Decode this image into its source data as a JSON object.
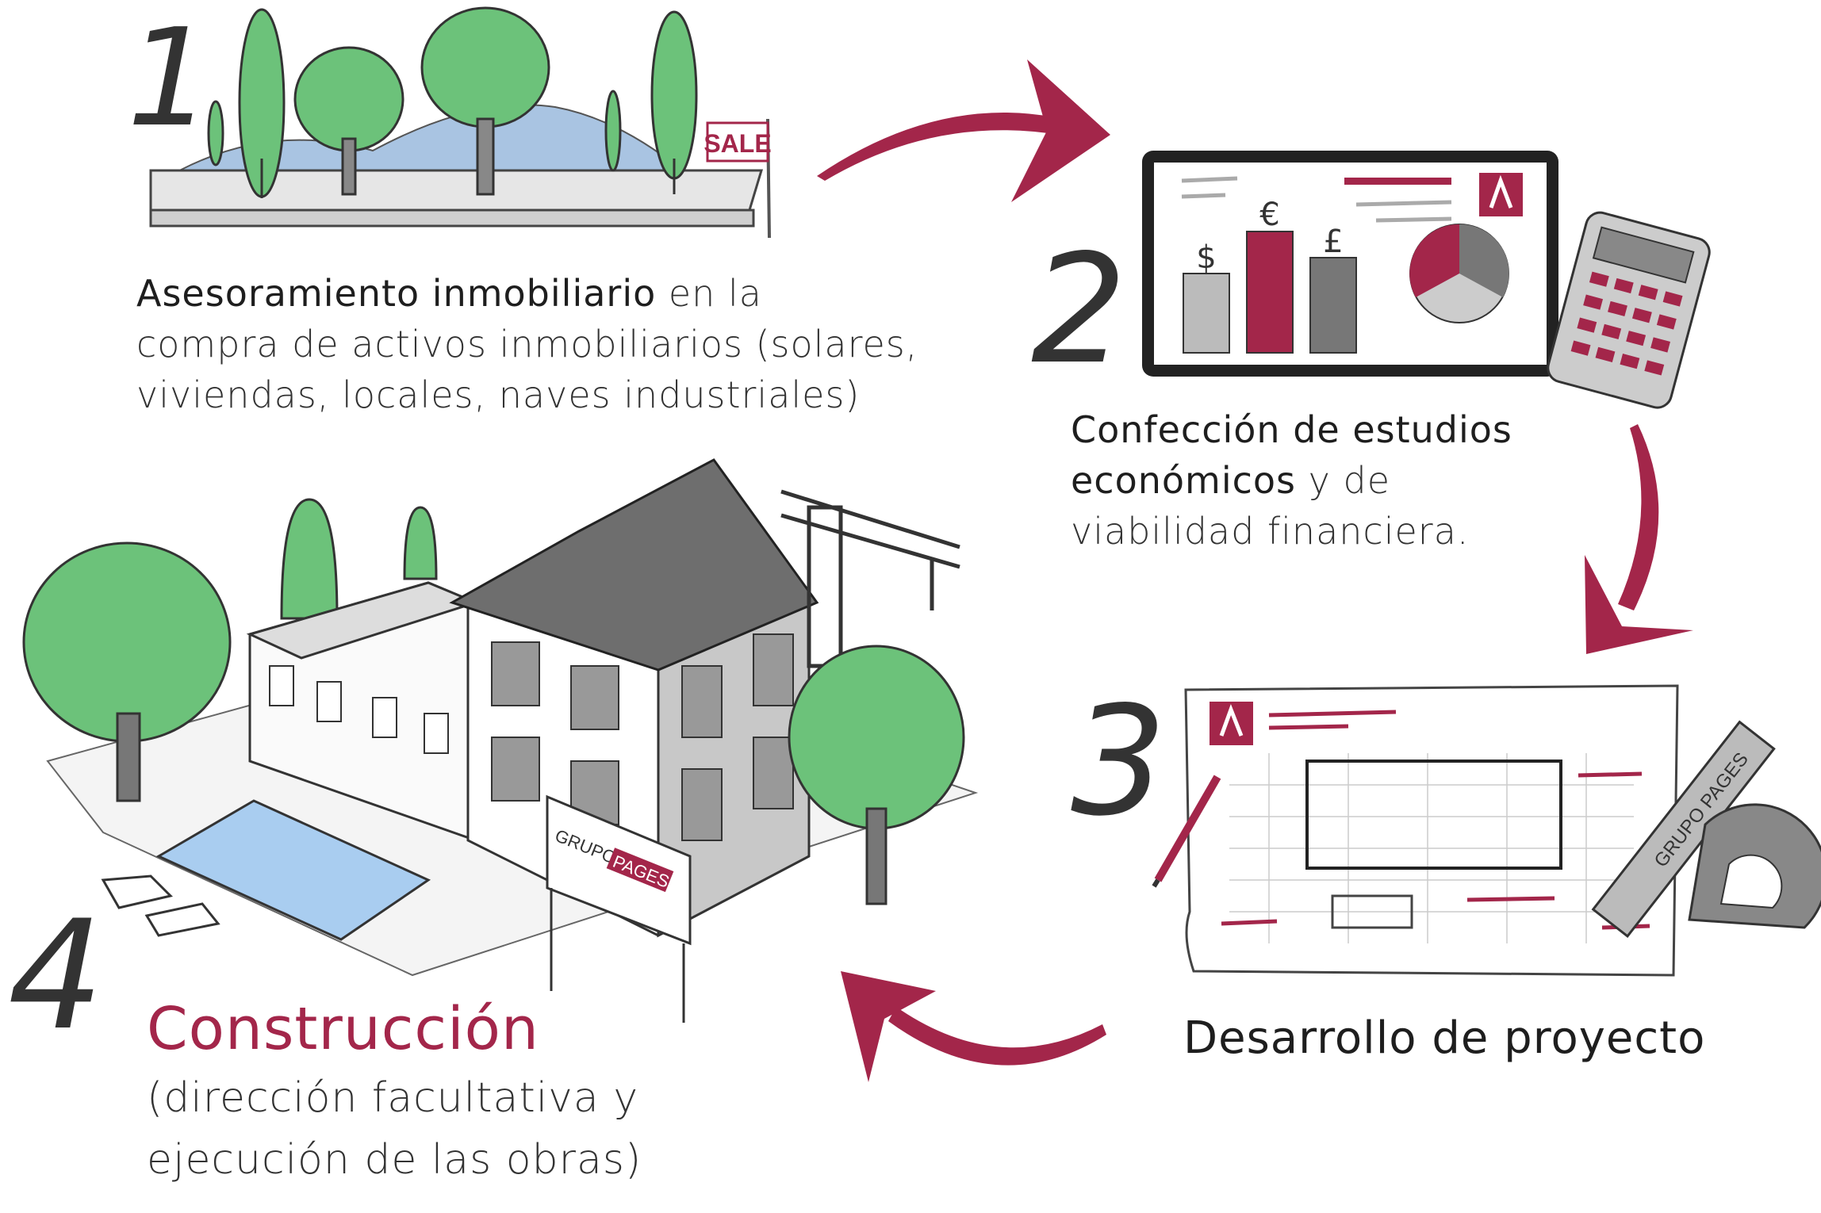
{
  "colors": {
    "accent": "#a3264a",
    "tree_green": "#6cc27a",
    "hill_blue": "#9fbfdf",
    "pool_blue": "#a9cdf0",
    "gray": "#9a9a9a"
  },
  "steps": [
    {
      "number": "1",
      "title": "Asesoramiento inmobiliario",
      "line1_rest": " en la",
      "line2": "compra de activos inmobiliarios (solares,",
      "line3": "viviendas, locales, naves industriales)",
      "sign": "SALE"
    },
    {
      "number": "2",
      "title_line1": "Confección de estudios",
      "title_line2": "económicos",
      "line2_rest": " y de",
      "line3": "viabilidad financiera.",
      "currency_symbols": [
        "$",
        "€",
        "£"
      ]
    },
    {
      "number": "3",
      "title": "Desarrollo de proyecto",
      "ruler_label": "GRUPO PAGES"
    },
    {
      "number": "4",
      "title": "Construcción",
      "line2": "(dirección facultativa y",
      "line3": "ejecución de las obras)",
      "sign_brand": "GRUPO",
      "sign_brand_accent": "PAGES"
    }
  ]
}
